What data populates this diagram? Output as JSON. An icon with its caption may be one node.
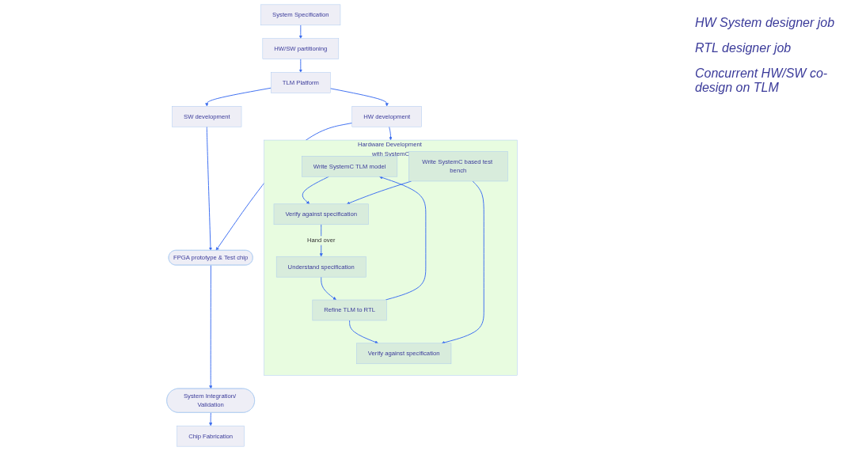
{
  "diagram": {
    "nodes": [
      {
        "text": [
          "System Specification"
        ]
      },
      {
        "text": [
          "HW/SW partitioning"
        ]
      },
      {
        "text": [
          "TLM Platform"
        ]
      },
      {
        "text": [
          "SW development"
        ]
      },
      {
        "text": [
          "HW development"
        ]
      },
      {
        "text": [
          "FPGA prototype & Test chip"
        ]
      },
      {
        "text": [
          "System Integration/ Validation"
        ]
      },
      {
        "text": [
          "Chip Fabrication"
        ]
      },
      {
        "text": [
          "Hardware Development with SystemC"
        ]
      },
      {
        "text": [
          "Write SystemC TLM model"
        ],
        "in": 8
      },
      {
        "text": [
          "Verify against specification"
        ],
        "in": 8
      },
      {
        "text": [
          "Write SystemC based test bench"
        ],
        "in": 8
      },
      {
        "text": [
          "Understand specification"
        ],
        "in": 8
      },
      {
        "text": [
          "Refine TLM to RTL"
        ],
        "in": 8
      },
      {
        "text": [
          "Verify against specification"
        ],
        "in": 8
      }
    ],
    "edges": [
      {
        "from": 0,
        "to": 1,
        "arrow": "to"
      },
      {
        "from": 1,
        "to": 2,
        "arrow": "to"
      },
      {
        "from": 2,
        "to": 3,
        "arrow": "to"
      },
      {
        "from": 2,
        "to": 4,
        "arrow": "to"
      },
      {
        "from": 3,
        "to": 5,
        "arrow": "to"
      },
      {
        "from": 4,
        "to": 5,
        "arrow": "to"
      },
      {
        "from": 5,
        "to": 6,
        "arrow": "to"
      },
      {
        "from": 6,
        "to": 7,
        "arrow": "to"
      },
      {
        "from": 4,
        "to": 8,
        "arrow": "to"
      },
      {
        "from": 9,
        "to": 10,
        "arrow": "to"
      },
      {
        "from": 11,
        "to": 10,
        "arrow": "to"
      },
      {
        "from": 10,
        "to": 12,
        "arrow": "to",
        "label": "Hand over"
      },
      {
        "from": 12,
        "to": 13,
        "arrow": "to"
      },
      {
        "from": 13,
        "to": 9,
        "arrow": "to"
      },
      {
        "from": 13,
        "to": 14,
        "arrow": "to"
      },
      {
        "from": 11,
        "to": 14,
        "arrow": "to"
      }
    ],
    "labels": [
      "HW System designer job",
      "RTL designer job",
      "Concurrent HW/SW co-design on TLM"
    ]
  }
}
